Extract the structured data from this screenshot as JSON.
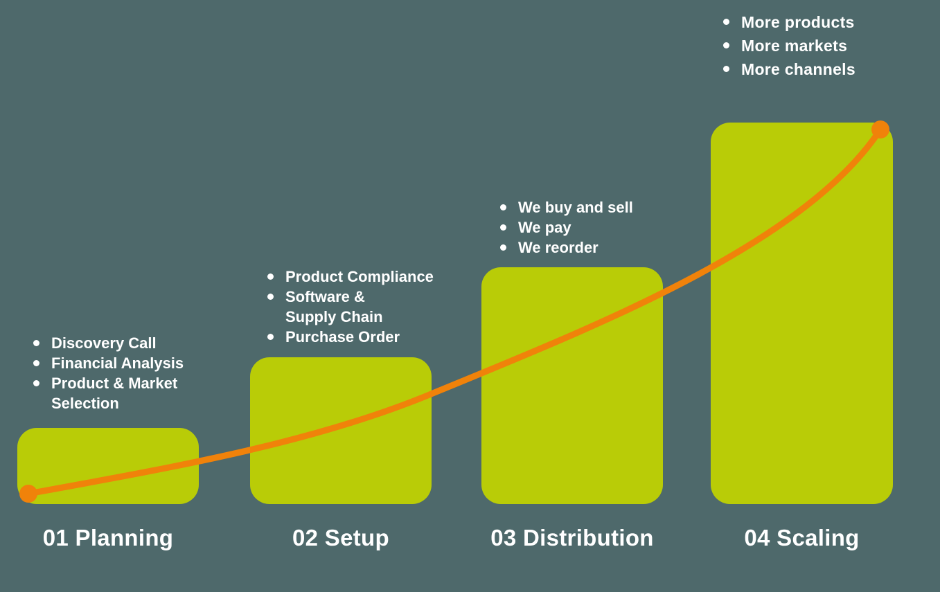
{
  "colors": {
    "background": "#4e696b",
    "bar": "#b9cc07",
    "accent_orange": "#f0820a",
    "text": "#ffffff"
  },
  "stages": [
    {
      "label": "01 Planning",
      "bullets": [
        "Discovery Call",
        "Financial Analysis",
        "Product & Market\nSelection"
      ]
    },
    {
      "label": "02 Setup",
      "bullets": [
        "Product Compliance",
        "Software &\nSupply Chain",
        "Purchase Order"
      ]
    },
    {
      "label": "03 Distribution",
      "bullets": [
        "We buy and sell",
        "We pay",
        "We reorder"
      ]
    },
    {
      "label": "04 Scaling",
      "bullets": [
        "More products",
        "More markets",
        "More channels"
      ]
    }
  ]
}
